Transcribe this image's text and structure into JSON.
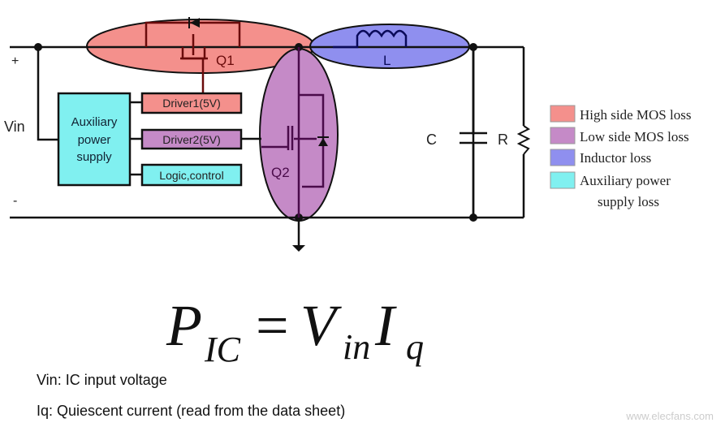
{
  "circuit": {
    "plus": "+",
    "minus": "-",
    "vin": "Vin",
    "q1": "Q1",
    "q2": "Q2",
    "inductor": "L",
    "capacitor": "C",
    "resistor": "R",
    "aux_box": [
      "Auxiliary",
      "power",
      "supply"
    ],
    "driver1": "Driver1(5V)",
    "driver2": "Driver2(5V)",
    "logic": "Logic,control"
  },
  "legend": [
    {
      "label": "High side MOS loss",
      "color": "#f4908c"
    },
    {
      "label": "Low side MOS loss",
      "color": "#c58ac7"
    },
    {
      "label": "Inductor loss",
      "color": "#8f8fef"
    },
    {
      "label": [
        "Auxiliary power",
        "supply loss"
      ],
      "color": "#80f0f0"
    }
  ],
  "formula": {
    "p": "P",
    "p_sub": "IC",
    "eq": "=",
    "v": "V",
    "v_sub": "in",
    "i": "I",
    "i_sub": "q"
  },
  "notes": [
    "Vin: IC input voltage",
    "Iq: Quiescent current (read from the data sheet)"
  ],
  "watermark": "www.elecfans.com"
}
